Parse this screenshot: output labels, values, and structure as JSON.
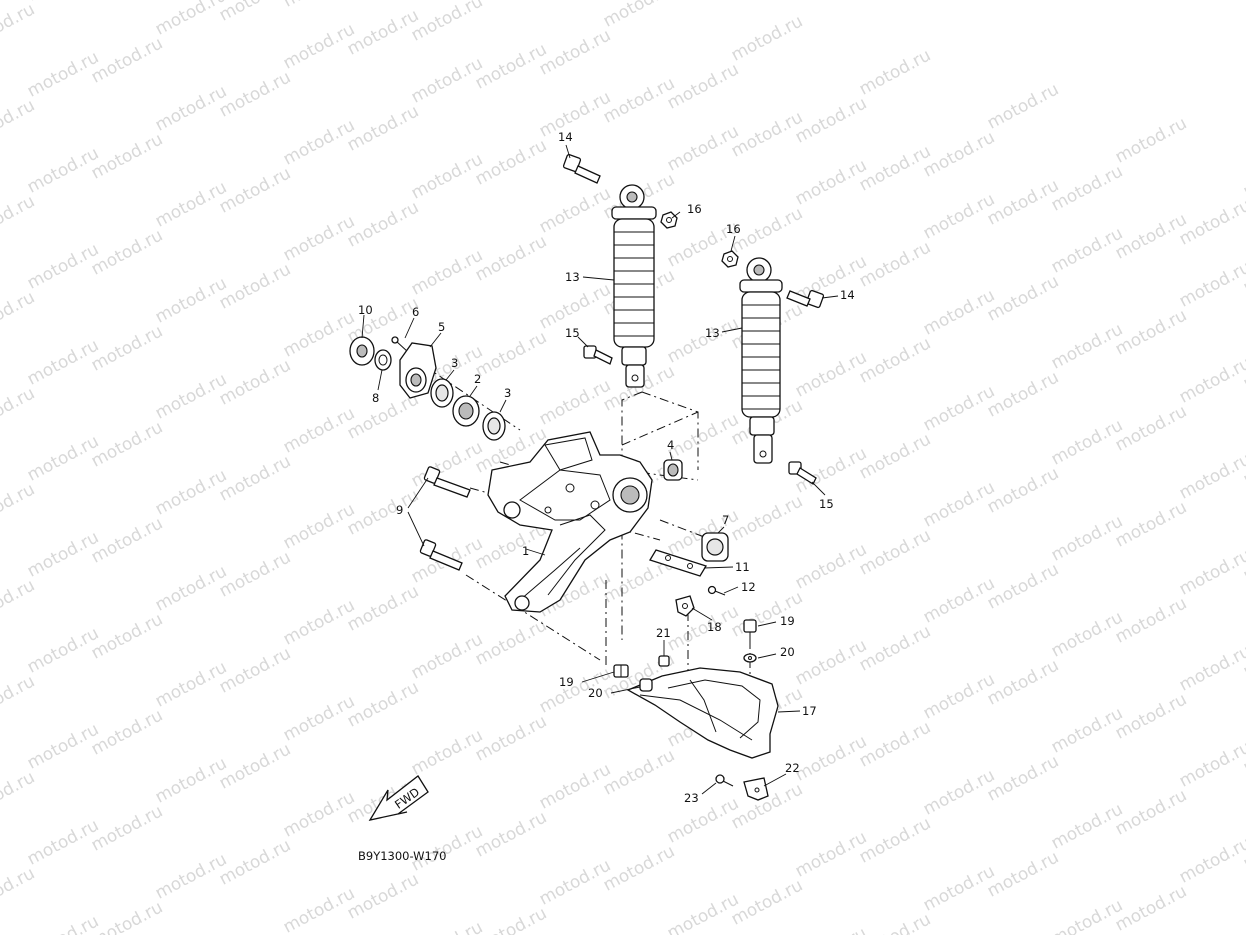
{
  "watermark": "motod.ru",
  "diagram_code": "B9Y1300-W170",
  "fwd_label": "FWD",
  "callouts": {
    "c1": "1",
    "c2": "2",
    "c3a": "3",
    "c3b": "3",
    "c4": "4",
    "c5": "5",
    "c6": "6",
    "c7": "7",
    "c8": "8",
    "c9": "9",
    "c10": "10",
    "c11": "11",
    "c12": "12",
    "c13a": "13",
    "c13b": "13",
    "c14a": "14",
    "c14b": "14",
    "c15a": "15",
    "c15b": "15",
    "c16a": "16",
    "c16b": "16",
    "c17": "17",
    "c18": "18",
    "c19a": "19",
    "c19b": "19",
    "c20a": "20",
    "c20b": "20",
    "c21": "21",
    "c22": "22",
    "c23": "23"
  }
}
